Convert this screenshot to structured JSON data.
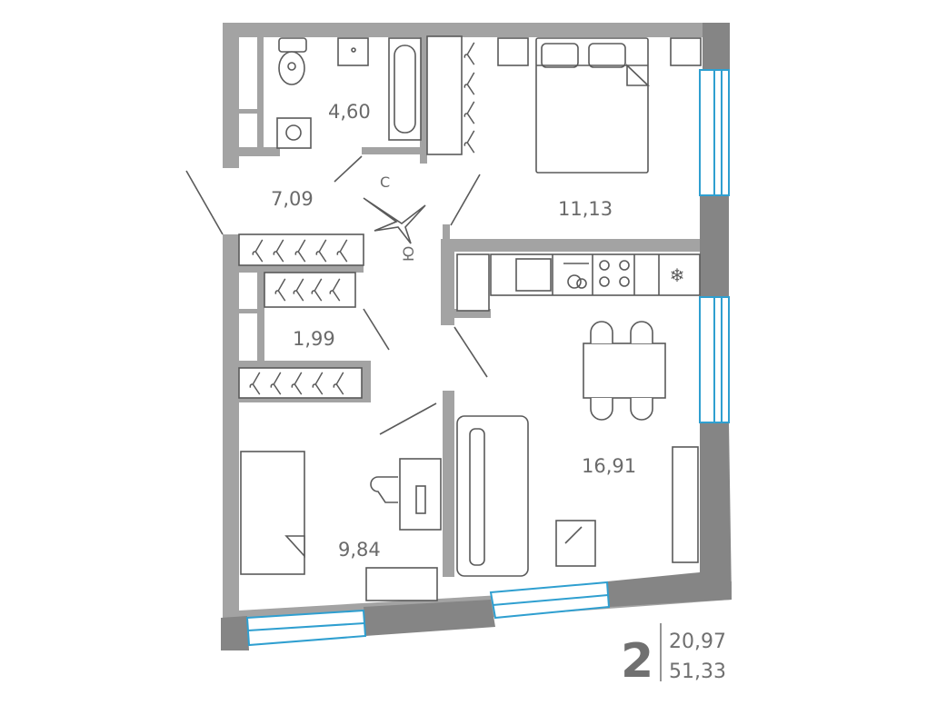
{
  "plan": {
    "rooms": {
      "bathroom_area": "4,60",
      "hallway_area": "7,09",
      "bedroom_area": "11,13",
      "wardrobe_area": "1,99",
      "living_kitchen_area": "16,91",
      "second_bedroom_area": "9,84"
    },
    "compass": {
      "north": "С",
      "south": "Ю"
    },
    "summary": {
      "rooms_count": "2",
      "living_area": "20,97",
      "total_area": "51,33"
    },
    "colors": {
      "wall": "#a3a3a3",
      "pillar": "#858585",
      "window": "#2f9fd0",
      "text": "#6a6a6a"
    }
  }
}
